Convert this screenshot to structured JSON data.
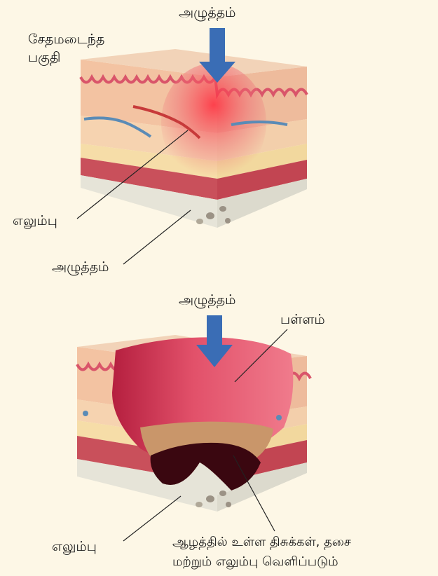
{
  "diagram_top": {
    "pressure_label": "அழுத்தம்",
    "damaged_area_label_line1": "சேதமடைந்த",
    "damaged_area_label_line2": "பகுதி",
    "bone_label": "எலும்பு",
    "bottom_pressure_label": "அழுத்தம்"
  },
  "diagram_bottom": {
    "pressure_label": "அழுத்தம்",
    "crater_label": "பள்ளம்",
    "bone_label": "எலும்பு",
    "exposed_tissue_line1": "ஆழத்தில் உள்ள திசுக்கள், தசை",
    "exposed_tissue_line2": "மற்றும் எலும்பு வெளிப்படும்"
  },
  "colors": {
    "background": "#fdf7e6",
    "arrow": "#3a6db5",
    "bone": "#e8e6da",
    "skin_top": "#f4c8a6",
    "dermis": "#f0bfa0",
    "fat": "#f5dfa6",
    "muscle": "#c94c57",
    "wound": "#d2395a",
    "wound_deep": "#3a0710"
  }
}
